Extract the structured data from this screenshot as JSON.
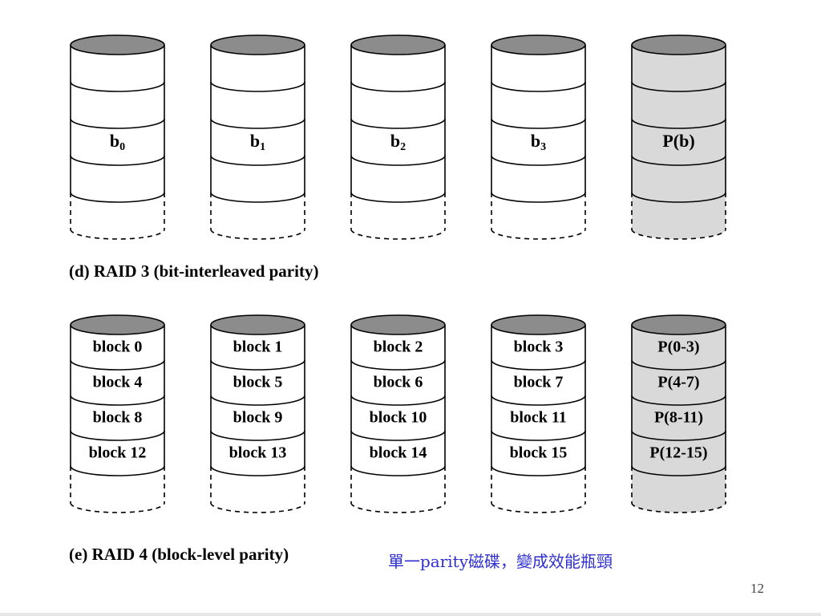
{
  "raid3": {
    "caption": "(d) RAID 3 (bit-interleaved parity)",
    "disks": [
      {
        "name": "disk-0",
        "parity": false,
        "strips": [
          "",
          "",
          "b0",
          ""
        ]
      },
      {
        "name": "disk-1",
        "parity": false,
        "strips": [
          "",
          "",
          "b1",
          ""
        ]
      },
      {
        "name": "disk-2",
        "parity": false,
        "strips": [
          "",
          "",
          "b2",
          ""
        ]
      },
      {
        "name": "disk-3",
        "parity": false,
        "strips": [
          "",
          "",
          "b3",
          ""
        ]
      },
      {
        "name": "parity-disk",
        "parity": true,
        "strips": [
          "",
          "",
          "P(b)",
          ""
        ]
      }
    ]
  },
  "raid4": {
    "caption": "(e) RAID 4 (block-level parity)",
    "note": "單一parity磁碟，變成效能瓶頸",
    "disks": [
      {
        "name": "disk-0",
        "parity": false,
        "strips": [
          "block 0",
          "block 4",
          "block 8",
          "block 12"
        ]
      },
      {
        "name": "disk-1",
        "parity": false,
        "strips": [
          "block 1",
          "block 5",
          "block 9",
          "block 13"
        ]
      },
      {
        "name": "disk-2",
        "parity": false,
        "strips": [
          "block 2",
          "block 6",
          "block 10",
          "block 14"
        ]
      },
      {
        "name": "disk-3",
        "parity": false,
        "strips": [
          "block 3",
          "block 7",
          "block 11",
          "block 15"
        ]
      },
      {
        "name": "parity-disk",
        "parity": true,
        "strips": [
          "P(0-3)",
          "P(4-7)",
          "P(8-11)",
          "P(12-15)"
        ]
      }
    ]
  },
  "page_number": "12",
  "colors": {
    "disk_fill": "#ffffff",
    "parity_fill": "#d9d9d9",
    "disk_top": "#8c8c8c",
    "note_text": "#2f2fd0"
  }
}
